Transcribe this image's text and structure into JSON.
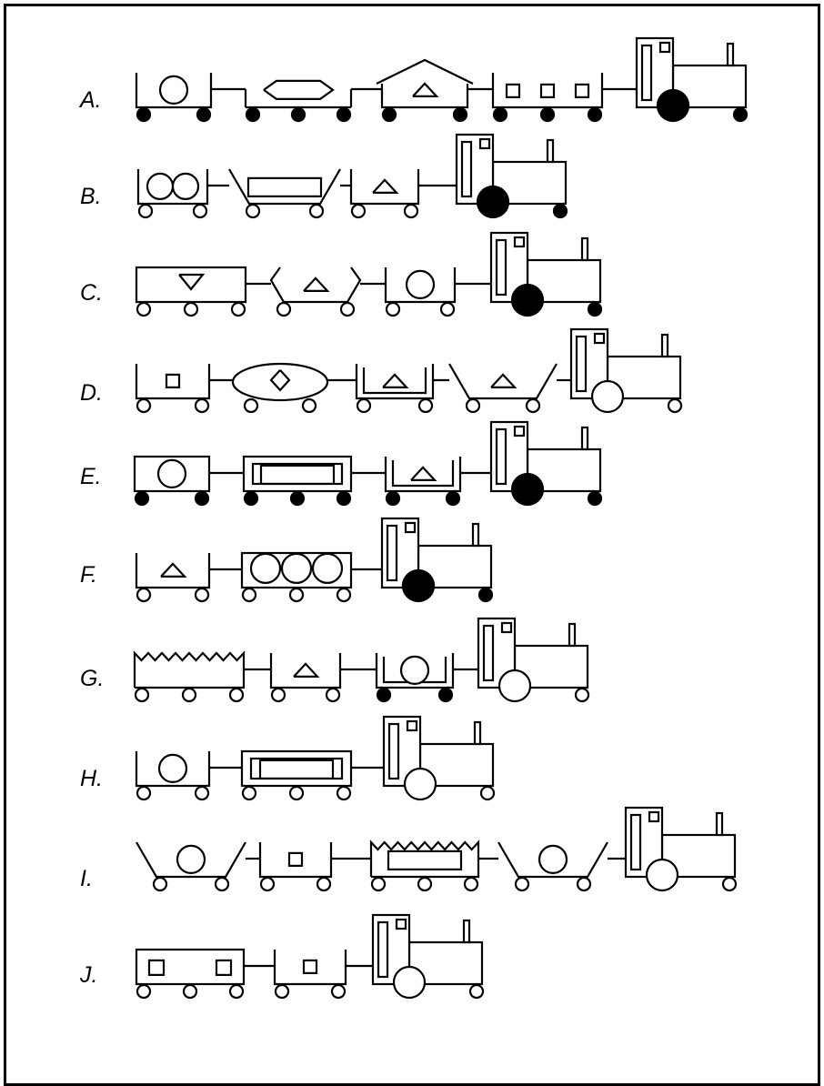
{
  "rows": [
    {
      "label": "A.",
      "wheel_color": "black",
      "cars": [
        {
          "type": "bucket",
          "cargo": "circle"
        },
        {
          "type": "flatbed",
          "cargo": "hexagon"
        },
        {
          "type": "house",
          "cargo": "triangle"
        },
        {
          "type": "bucket",
          "cargo": "three-squares"
        },
        {
          "type": "engine",
          "big_wheel": "black"
        }
      ]
    },
    {
      "label": "B.",
      "wheel_color": "white",
      "cars": [
        {
          "type": "bucket",
          "cargo": "two-circles"
        },
        {
          "type": "hopper",
          "cargo": "rectangle"
        },
        {
          "type": "bucket",
          "cargo": "triangle"
        },
        {
          "type": "engine",
          "big_wheel": "black"
        }
      ]
    },
    {
      "label": "C.",
      "wheel_color": "white",
      "cars": [
        {
          "type": "boxcar",
          "cargo": "inverted-triangle"
        },
        {
          "type": "angled",
          "cargo": "triangle"
        },
        {
          "type": "bucket",
          "cargo": "circle"
        },
        {
          "type": "engine",
          "big_wheel": "black"
        }
      ]
    },
    {
      "label": "D.",
      "wheel_color": "white",
      "cars": [
        {
          "type": "bucket",
          "cargo": "square"
        },
        {
          "type": "tanker",
          "cargo": "diamond"
        },
        {
          "type": "double-bucket",
          "cargo": "triangle"
        },
        {
          "type": "hopper",
          "cargo": "triangle"
        },
        {
          "type": "engine",
          "big_wheel": "white"
        }
      ]
    },
    {
      "label": "E.",
      "wheel_color": "black",
      "cars": [
        {
          "type": "boxcar",
          "cargo": "circle"
        },
        {
          "type": "boxcar",
          "cargo": "rectangle"
        },
        {
          "type": "double-bucket",
          "cargo": "triangle"
        },
        {
          "type": "engine",
          "big_wheel": "black"
        }
      ]
    },
    {
      "label": "F.",
      "wheel_color": "white",
      "cars": [
        {
          "type": "bucket",
          "cargo": "triangle"
        },
        {
          "type": "boxcar",
          "cargo": "three-circles"
        },
        {
          "type": "engine",
          "big_wheel": "black"
        }
      ]
    },
    {
      "label": "G.",
      "wheel_color": "white",
      "cars": [
        {
          "type": "jagged",
          "cargo": "none"
        },
        {
          "type": "bucket",
          "cargo": "triangle"
        },
        {
          "type": "double-bucket",
          "cargo": "circle",
          "wheel_color": "black"
        },
        {
          "type": "engine",
          "big_wheel": "white"
        }
      ]
    },
    {
      "label": "H.",
      "wheel_color": "white",
      "cars": [
        {
          "type": "bucket",
          "cargo": "circle"
        },
        {
          "type": "boxcar",
          "cargo": "rectangle"
        },
        {
          "type": "engine",
          "big_wheel": "white"
        }
      ]
    },
    {
      "label": "I.",
      "wheel_color": "white",
      "cars": [
        {
          "type": "hopper",
          "cargo": "circle"
        },
        {
          "type": "bucket",
          "cargo": "square"
        },
        {
          "type": "jagged",
          "cargo": "rectangle"
        },
        {
          "type": "hopper",
          "cargo": "circle"
        },
        {
          "type": "engine",
          "big_wheel": "white"
        }
      ]
    },
    {
      "label": "J.",
      "wheel_color": "white",
      "cars": [
        {
          "type": "boxcar",
          "cargo": "two-squares"
        },
        {
          "type": "bucket",
          "cargo": "square"
        },
        {
          "type": "engine",
          "big_wheel": "white"
        }
      ]
    }
  ]
}
